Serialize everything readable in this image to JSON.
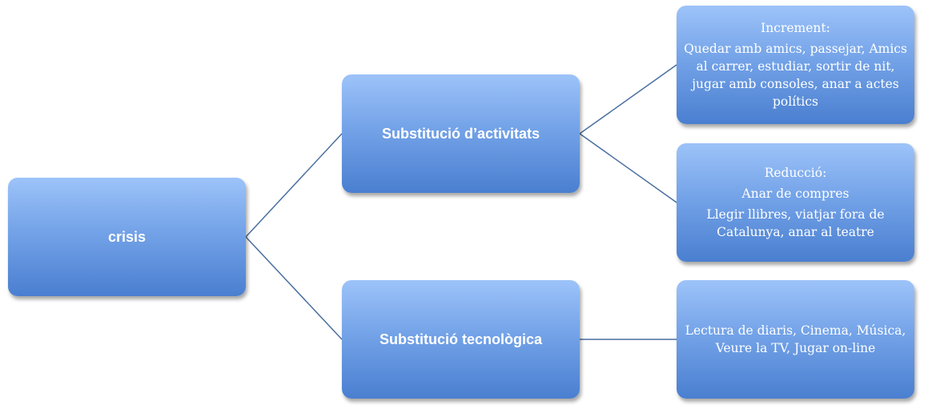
{
  "nodes": {
    "root": {
      "label": "crisis"
    },
    "activities": {
      "label": "Substitució d’activitats"
    },
    "technology": {
      "label": "Substitució tecnològica"
    },
    "increment": {
      "title": "Increment:",
      "text": "Quedar amb amics, passejar, Amics al carrer, estudiar, sortir de nit, jugar amb consoles, anar a actes polítics"
    },
    "reduction": {
      "title": "Reducció:",
      "line1": "Anar de compres",
      "line2": "Llegir llibres, viatjar fora de Catalunya, anar al teatre"
    },
    "tech_items": {
      "text": "Lectura de diaris, Cinema, Música, Veure la TV, Jugar on-line"
    }
  },
  "colors": {
    "connector": "#4a6fa0",
    "box_top": "#9dc3f9",
    "box_bottom": "#4a7fd0"
  }
}
